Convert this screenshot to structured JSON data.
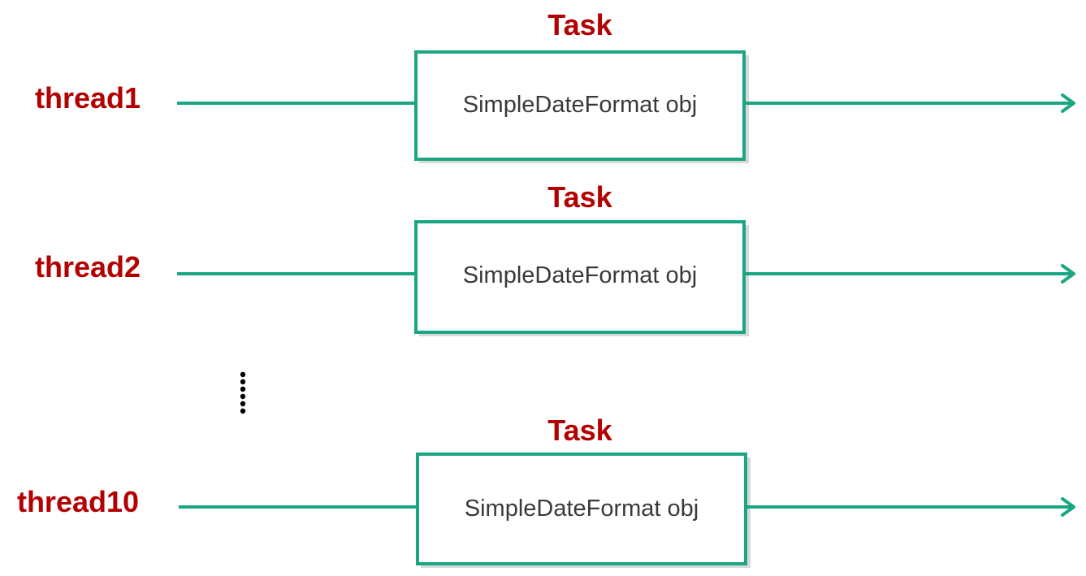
{
  "rows": [
    {
      "thread": "thread1",
      "task": "Task",
      "object": "SimpleDateFormat obj"
    },
    {
      "thread": "thread2",
      "task": "Task",
      "object": "SimpleDateFormat obj"
    },
    {
      "thread": "thread10",
      "task": "Task",
      "object": "SimpleDateFormat obj"
    }
  ],
  "ellipsis": "vertical-dots",
  "colors": {
    "label_red": "#b30000",
    "line_green": "#1aa683",
    "object_text": "#3a3a3a"
  }
}
